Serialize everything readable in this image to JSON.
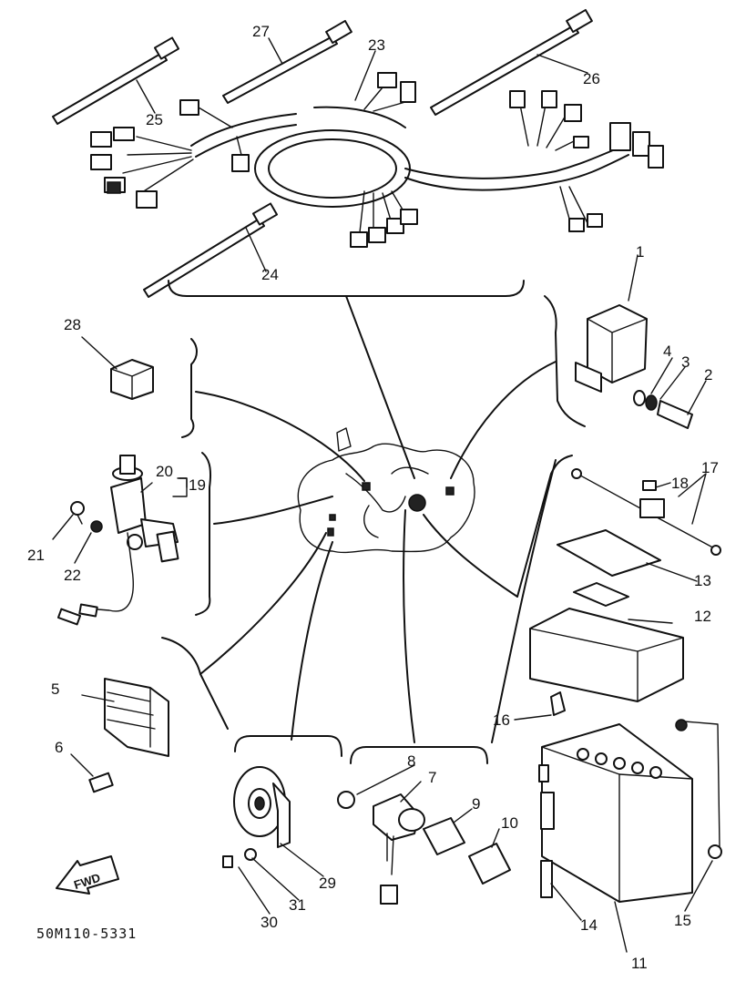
{
  "diagram_code": "50M110-5331",
  "fwd_label": "FWD",
  "callouts": {
    "n1": "1",
    "n2": "2",
    "n3": "3",
    "n4": "4",
    "n5": "5",
    "n6": "6",
    "n7": "7",
    "n8": "8",
    "n9": "9",
    "n10": "10",
    "n11": "11",
    "n12": "12",
    "n13": "13",
    "n14": "14",
    "n15": "15",
    "n16": "16",
    "n17": "17",
    "n18": "18",
    "n19": "19",
    "n20": "20",
    "n21": "21",
    "n22": "22",
    "n23": "23",
    "n24": "24",
    "n25": "25",
    "n26": "26",
    "n27": "27",
    "n28": "28",
    "n29": "29",
    "n30": "30",
    "n31": "31"
  }
}
